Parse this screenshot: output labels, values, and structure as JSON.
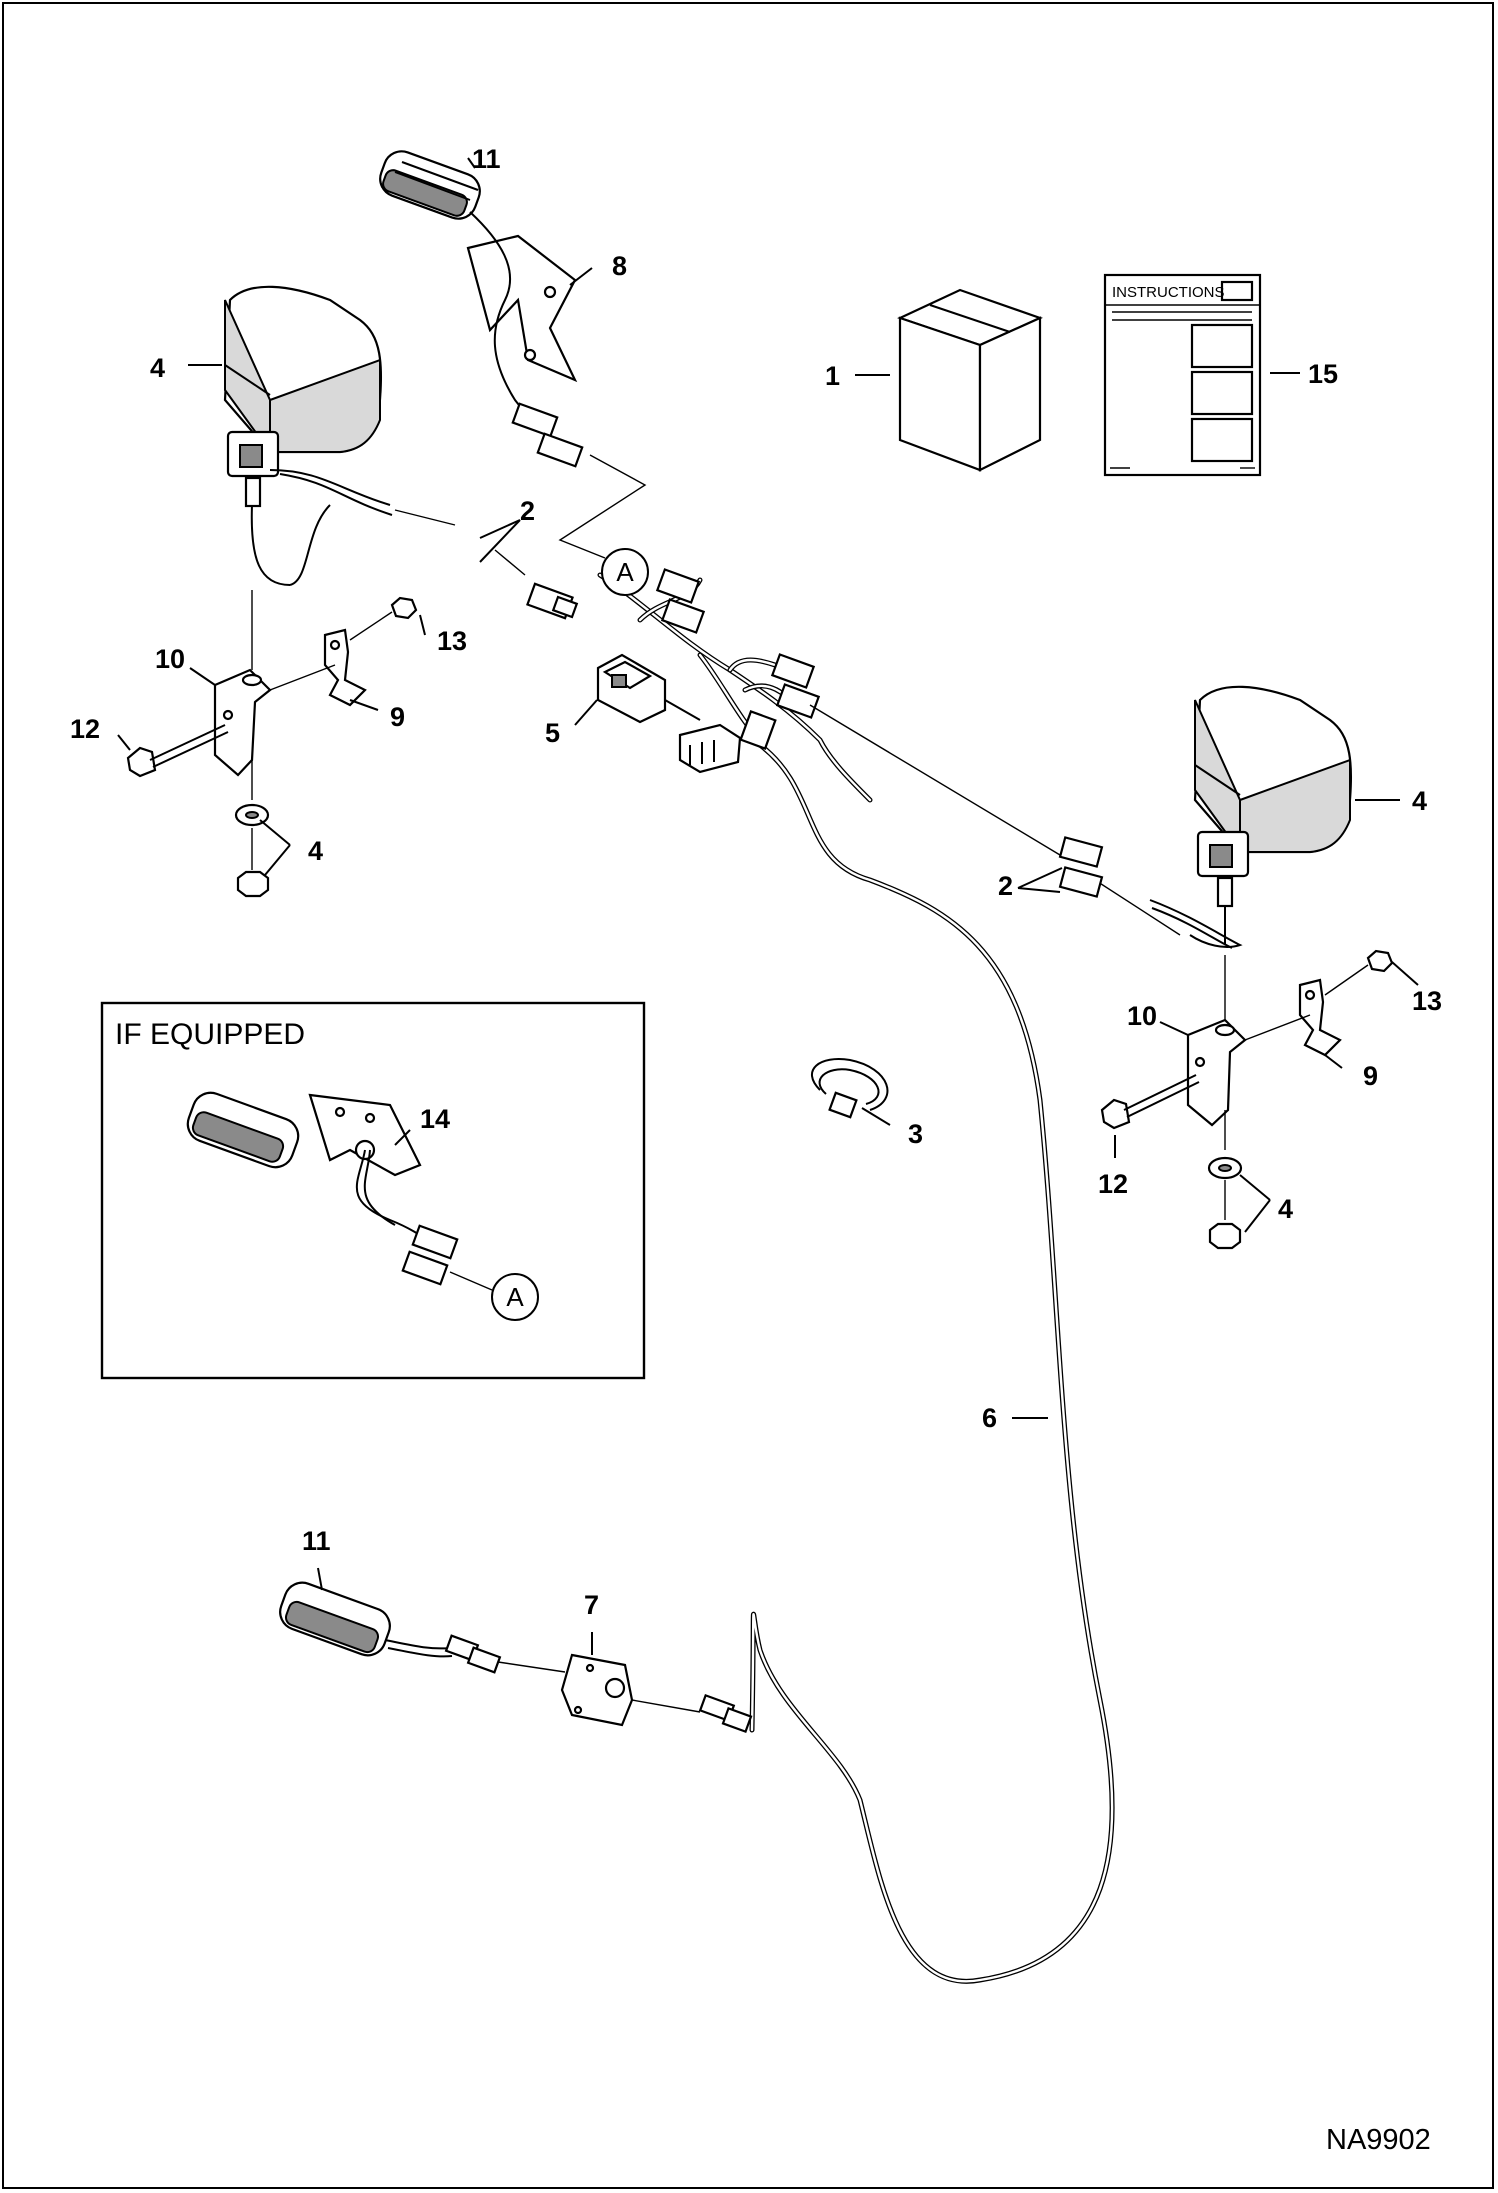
{
  "diagram": {
    "figure_id": "NA9902",
    "inset_title": "IF EQUIPPED",
    "instructions_header": "INSTRUCTIONS",
    "callout_symbol": "A",
    "labels": {
      "p1": "1",
      "p2a": "2",
      "p2b": "2",
      "p3": "3",
      "p4a": "4",
      "p4b": "4",
      "p4c": "4",
      "p4d": "4",
      "p5": "5",
      "p6": "6",
      "p7": "7",
      "p8": "8",
      "p9a": "9",
      "p9b": "9",
      "p10a": "10",
      "p10b": "10",
      "p11a": "11",
      "p11b": "11",
      "p12a": "12",
      "p12b": "12",
      "p13a": "13",
      "p13b": "13",
      "p14": "14",
      "p15": "15"
    }
  }
}
